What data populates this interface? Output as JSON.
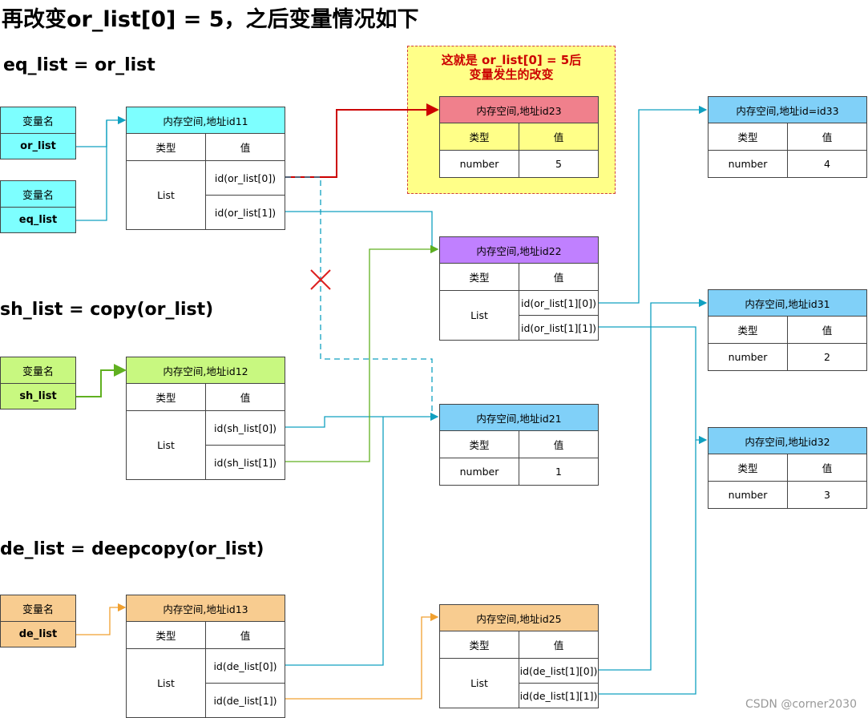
{
  "title": "再改变or_list[0] = 5，之后变量情况如下",
  "sections": {
    "eq": "eq_list = or_list",
    "sh": "sh_list = copy(or_list)",
    "de": "de_list = deepcopy(or_list)"
  },
  "note": {
    "line1": "这就是 or_list[0] = 5后",
    "line2": "变量发生的改变"
  },
  "watermark": "CSDN @corner2030",
  "colors": {
    "cyan": "#7dffff",
    "red_header": "#f0808c",
    "purple": "#c080ff",
    "blue": "#80d0f8",
    "green": "#c8f880",
    "orange": "#f8cc90",
    "note_bg": "#ffff88",
    "arrow_red": "#cc0000",
    "arrow_cyan": "#10a0c0",
    "arrow_green": "#60b020",
    "arrow_orange": "#f0a030"
  },
  "variables": {
    "or": {
      "name_label": "变量名",
      "value": "or_list"
    },
    "eq": {
      "name_label": "变量名",
      "value": "eq_list"
    },
    "sh": {
      "name_label": "变量名",
      "value": "sh_list"
    },
    "de": {
      "name_label": "变量名",
      "value": "de_list"
    }
  },
  "memory": {
    "id11": {
      "header": "内存空间,地址id11",
      "col_type": "类型",
      "col_value": "值",
      "type": "List",
      "values": [
        "id(or_list[0])",
        "id(or_list[1])"
      ]
    },
    "id12": {
      "header": "内存空间,地址id12",
      "col_type": "类型",
      "col_value": "值",
      "type": "List",
      "values": [
        "id(sh_list[0])",
        "id(sh_list[1])"
      ]
    },
    "id13": {
      "header": "内存空间,地址id13",
      "col_type": "类型",
      "col_value": "值",
      "type": "List",
      "values": [
        "id(de_list[0])",
        "id(de_list[1])"
      ]
    },
    "id23": {
      "header": "内存空间,地址id23",
      "col_type": "类型",
      "col_value": "值",
      "type": "number",
      "value": "5"
    },
    "id22": {
      "header": "内存空间,地址id22",
      "col_type": "类型",
      "col_value": "值",
      "type": "List",
      "values": [
        "id(or_list[1][0])",
        "id(or_list[1][1])"
      ]
    },
    "id21": {
      "header": "内存空间,地址id21",
      "col_type": "类型",
      "col_value": "值",
      "type": "number",
      "value": "1"
    },
    "id25": {
      "header": "内存空间,地址id25",
      "col_type": "类型",
      "col_value": "值",
      "type": "List",
      "values": [
        "id(de_list[1][0])",
        "id(de_list[1][1])"
      ]
    },
    "id33": {
      "header": "内存空间,地址id=id33",
      "col_type": "类型",
      "col_value": "值",
      "type": "number",
      "value": "4"
    },
    "id31": {
      "header": "内存空间,地址id31",
      "col_type": "类型",
      "col_value": "值",
      "type": "number",
      "value": "2"
    },
    "id32": {
      "header": "内存空间,地址id32",
      "col_type": "类型",
      "col_value": "值",
      "type": "number",
      "value": "3"
    }
  }
}
